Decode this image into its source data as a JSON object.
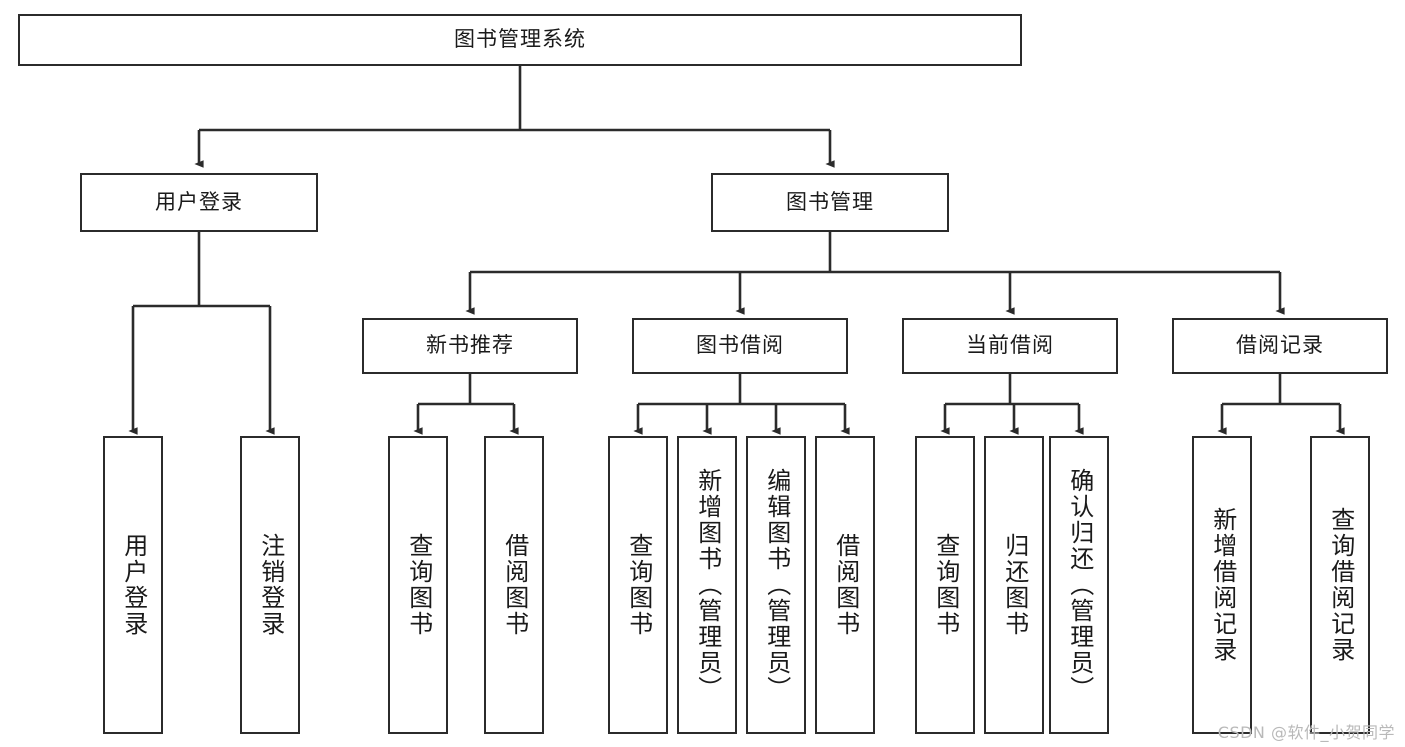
{
  "diagram": {
    "title": "图书管理系统",
    "type": "tree-hierarchy-diagram",
    "root": {
      "label": "图书管理系统"
    },
    "level2": [
      {
        "label": "用户登录"
      },
      {
        "label": "图书管理"
      }
    ],
    "level3": [
      {
        "label": "新书推荐"
      },
      {
        "label": "图书借阅"
      },
      {
        "label": "当前借阅"
      },
      {
        "label": "借阅记录"
      }
    ],
    "leaves": {
      "user_login": [
        {
          "label": "用户登录"
        },
        {
          "label": "注销登录"
        }
      ],
      "new_book_recommend": [
        {
          "label": "查询图书"
        },
        {
          "label": "借阅图书"
        }
      ],
      "book_borrow": [
        {
          "label": "查询图书"
        },
        {
          "label": "新增图书（管理员）"
        },
        {
          "label": "编辑图书（管理员）"
        },
        {
          "label": "借阅图书"
        }
      ],
      "current_borrow": [
        {
          "label": "查询图书"
        },
        {
          "label": "归还图书"
        },
        {
          "label": "确认归还（管理员）"
        }
      ],
      "borrow_record": [
        {
          "label": "新增借阅记录"
        },
        {
          "label": "查询借阅记录"
        }
      ]
    }
  },
  "watermark": {
    "text": "CSDN @软件_小贺同学"
  },
  "colors": {
    "box_border": "#2b2b2b",
    "box_fill": "#ffffff",
    "edge": "#2b2b2b",
    "text": "#1a1a1a",
    "watermark": "#b9b9b9",
    "background": "#ffffff"
  }
}
